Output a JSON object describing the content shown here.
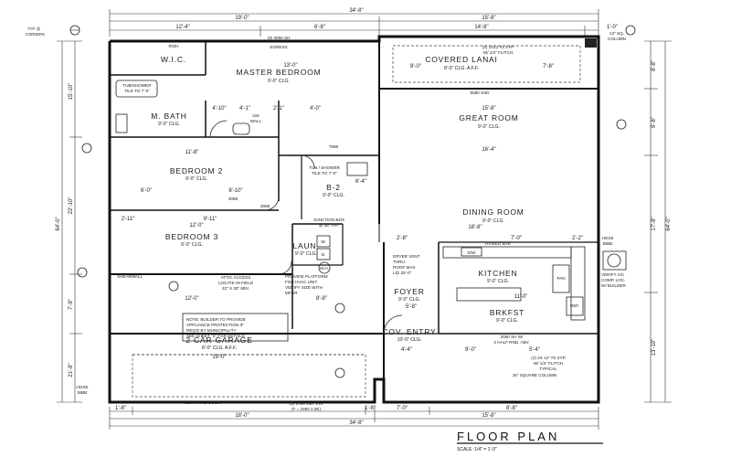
{
  "title": "FLOOR PLAN",
  "scale": "SCALE: 1/4\" = 1'-0\"",
  "rooms": {
    "wic": "W.I.C.",
    "master_bedroom": "MASTER BEDROOM",
    "master_bedroom_ceiling": "9'-0\" CLG.",
    "master_bedroom_size": "13'-0\"",
    "m_bath": "M. BATH",
    "m_bath_ceiling": "9'-0\" CLG.",
    "covered_lanai": "COVERED LANAI",
    "covered_lanai_ceiling": "8'-0\" CLG. A.F.F.",
    "great_room": "GREAT ROOM",
    "great_room_ceiling": "9'-0\" CLG.",
    "bedroom2": "BEDROOM 2",
    "bedroom2_ceiling": "9'-0\" CLG.",
    "b2": "B-2",
    "b2_ceiling": "9'-0\" CLG.",
    "dining_room": "DINING ROOM",
    "dining_room_ceiling": "9'-0\" CLG.",
    "bedroom3": "BEDROOM 3",
    "bedroom3_ceiling": "9'-0\" CLG.",
    "laundry": "LAUN.",
    "laundry_ceiling": "9'-0\" CLG.",
    "kitchen": "KITCHEN",
    "kitchen_ceiling": "9'-0\" CLG.",
    "foyer": "FOYER",
    "foyer_ceiling": "9'-0\" CLG.",
    "brkfst": "BRKFST",
    "brkfst_ceiling": "9'-0\" CLG.",
    "cov_entry": "COV. ENTRY",
    "cov_entry_ceiling": "10'-0\" CLG.",
    "garage": "2 CAR GARAGE",
    "garage_ceiling": "8'-0\" CLG. A.F.F."
  },
  "dims_top": {
    "overall": "34'-8\"",
    "left": "19'-0\"",
    "right": "15'-8\"",
    "left_a": "12'-4\"",
    "left_b": "6'-8\"",
    "right_a": "14'-8\"",
    "right_b": "1'-0\""
  },
  "dims_bottom": {
    "overall": "34'-8\"",
    "left": "18'-0\"",
    "right": "15'-8\"",
    "a": "1'-8\"",
    "b": "1'-8\"",
    "c": "7'-0\"",
    "d": "8'-8\""
  },
  "dims_left": {
    "overall": "64'-0\"",
    "a": "15'-10\"",
    "b": "22'-10\"",
    "c": "7'-8\"",
    "d": "21'-8\""
  },
  "dims_right": {
    "overall": "64'-0\"",
    "a": "8'-8\"",
    "b": "9'-8\"",
    "c": "17'-8\"",
    "d": "13'-10\""
  },
  "interior_dims": {
    "mb_a": "4'-10\"",
    "mb_b": "4'-1\"",
    "mb_c": "2'-1\"",
    "mb_d": "4'-0\"",
    "great": "15'-8\"",
    "great_b": "16'-4\"",
    "great_c": "18'-8\"",
    "bed2": "11'-8\"",
    "bed2_a": "6'-0\"",
    "bed2_b": "8'-10\"",
    "bed2_c": "6'-4\"",
    "bed3": "12'-0\"",
    "bed3_b": "9'-11\"",
    "bed3_c": "2'-11\"",
    "kit_a": "2'-8\"",
    "kit_b": "7'-0\"",
    "kit_c": "2'-2\"",
    "kit_d": "11'-0\"",
    "garage_a": "12'-0\"",
    "garage_b": "8'-8\"",
    "garage_c": "19'-0\"",
    "foyer_a": "5'-8\"",
    "entry_a": "4'-4\"",
    "brk_a": "9'-0\"",
    "brk_b": "5'-4\"",
    "lanai_a": "8'-0\"",
    "lanai_b": "7'-8\""
  },
  "openings": {
    "w_top": "(3) 3050 SH",
    "w_top_b": "EGRESS",
    "sliding": "8080 SSD",
    "door_2868": "2868",
    "door_3068": "3068",
    "door_7868": "7868",
    "garage_door": "16070 MTL. DOOR",
    "lvl": "(3) 1-3/4\"x18\" LVL",
    "lvl_b": "(F = 2950 2.0E)",
    "front_window": "3050 SH W/",
    "front_window_b": "2 HALF RND. ABV.",
    "dryer_vent": "DRYER VENT",
    "dryer_vent_b": "THRU",
    "dryer_vent_c": "ROOF MAX",
    "dryer_vent_d": "L@ 25'-0\"",
    "lanai_column": "12\" SQ.",
    "lanai_column_b": "COLUMN",
    "beam": "(2) 2X12 #2 SYP",
    "beam_b": "W/ 1/2\" FLITCH",
    "front_beam": "(2) 2X 12\" #2 SYP",
    "front_beam_b": "W/ 1/2\" FLITCH",
    "front_beam_c": "TYPICAL",
    "square_column": "16\" SQUARE COLUMN",
    "raised_bar": "RAISED BAR",
    "dw": "D/W",
    "ref": "REF.",
    "pantry": "PAN",
    "wh": "W.H.",
    "washer": "W.",
    "dryer": "D.",
    "hose_bib": "HOSE",
    "hose_bib_b": "BIBB",
    "hose_bib_r": "HOSE",
    "hose_bib_r_b": "BIBB",
    "junction": "JUNCTION BOX",
    "junction_b": "@ 36\" AFF",
    "shearwall": "SHEARWALL",
    "rsh": "R/SH",
    "tub_shower": "TUB / SHOWER",
    "tub_shower_b": "TILE TO 7'-0\"",
    "tub_shower_mb": "TUB/SHOWER",
    "tub_shower_mb_b": "TILE TO 7'-0\"",
    "two_by_six": "2x6",
    "two_by_six_b": "WALL",
    "typ": "TYP. @",
    "typ_b": "CORNERS"
  },
  "notes": {
    "attic": "ATTIC ACCESS",
    "attic_b": "LOCATE IN FIELD",
    "attic_c": "22\" X 30\" MIN.",
    "platform": "PROVIDE PLATFORM",
    "platform_b": "FOR HVAC UNIT",
    "platform_c": "VERIFY SIZE WITH",
    "platform_d": "MFGR",
    "builder": "NOTE: BUILDER TO PROVIDE",
    "builder_b": "APPLIANCE PROTECTION IF",
    "builder_c": "REQ'D BY MUNICIPALITY",
    "builder_d": "SEE SHEET \"3\" FOR DETAILS",
    "verify": "VERIFY A/C",
    "verify_b": "COMP. LOC.",
    "verify_c": "W/ BUILDER"
  }
}
